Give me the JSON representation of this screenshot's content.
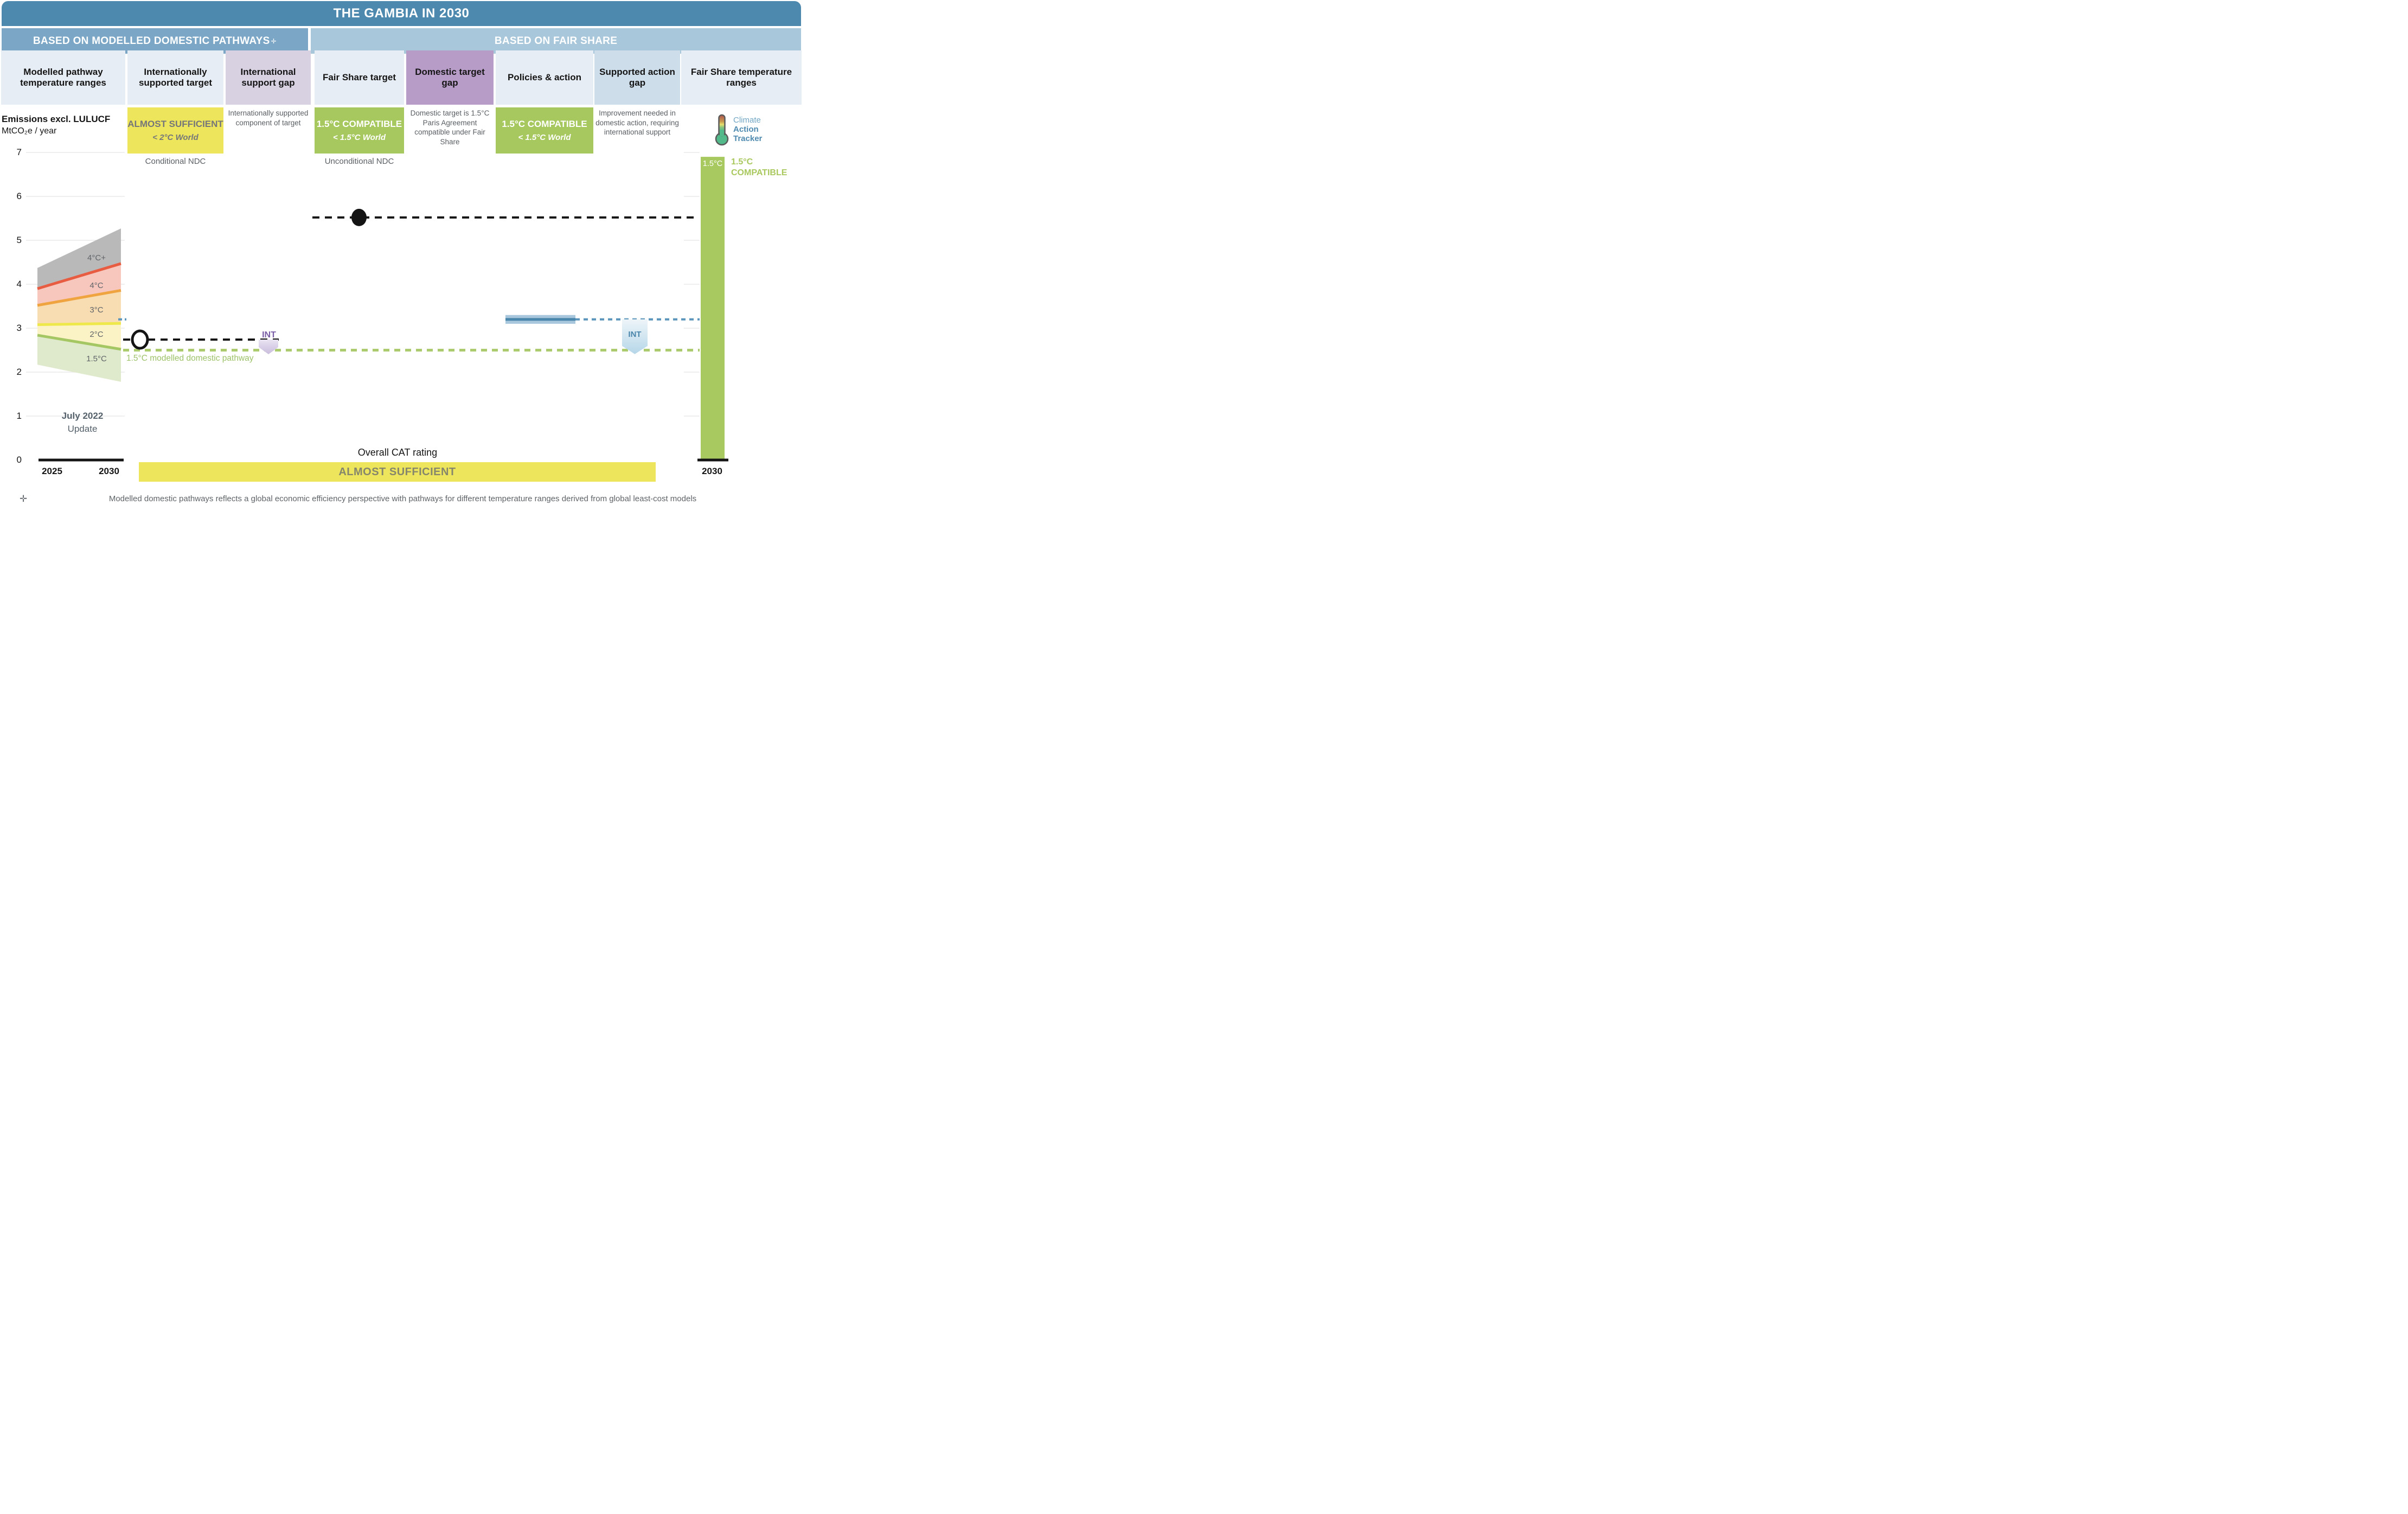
{
  "header": {
    "title": "THE GAMBIA IN 2030"
  },
  "sections": {
    "left": "BASED ON MODELLED DOMESTIC PATHWAYS",
    "left_marker": "✛",
    "right": "BASED ON FAIR SHARE"
  },
  "columns": [
    {
      "label": "Modelled pathway temperature ranges"
    },
    {
      "label": "Internationally supported target"
    },
    {
      "label": "International support gap"
    },
    {
      "label": "Fair Share target"
    },
    {
      "label": "Domestic target gap"
    },
    {
      "label": "Policies & action"
    },
    {
      "label": "Supported action gap"
    },
    {
      "label": "Fair Share temperature ranges"
    }
  ],
  "ratings": {
    "internationally_supported": {
      "rating": "ALMOST SUFFICIENT",
      "world": "< 2°C World",
      "sub_label": "Conditional NDC"
    },
    "international_support_gap_note": "Internationally supported component of target",
    "fair_share_target": {
      "rating": "1.5°C COMPATIBLE",
      "world": "< 1.5°C World",
      "sub_label": "Unconditional NDC"
    },
    "domestic_target_gap_note": "Domestic target is 1.5°C Paris Agreement compatible under Fair Share",
    "policies_action": {
      "rating": "1.5°C COMPATIBLE",
      "world": "< 1.5°C World"
    },
    "supported_action_gap_note": "Improvement needed in domestic action, requiring international support",
    "fair_share_temp": {
      "side_label_line1": "1.5°C",
      "side_label_line2": "COMPATIBLE"
    }
  },
  "overall": {
    "label": "Overall CAT rating",
    "rating": "ALMOST SUFFICIENT"
  },
  "timeline": {
    "update_line1": "July 2022",
    "update_line2": "Update"
  },
  "logo": {
    "line1": "Climate",
    "line2": "Action",
    "line3": "Tracker"
  },
  "footnote": {
    "marker": "✛",
    "text": "Modelled domestic pathways reflects a global economic efficiency perspective with pathways for different temperature ranges derived from global least-cost models"
  },
  "chart_data": {
    "type": "area",
    "title": "THE GAMBIA IN 2030",
    "ylabel": "Emissions excl. LULUCF",
    "ylabel_units": "MtCO₂e / year",
    "ylim": [
      0,
      7
    ],
    "yticks": [
      0,
      1,
      2,
      3,
      4,
      5,
      6,
      7
    ],
    "x_years_left_axis": [
      "2025",
      "2030"
    ],
    "x_year_right_axis": "2030",
    "grid": "horizontal light-gray lines at integer values",
    "wedge": {
      "x": [
        2025,
        2030
      ],
      "boundaries": {
        "top": [
          4.37,
          5.27
        ],
        "line_4C": [
          3.9,
          4.47
        ],
        "line_3C": [
          3.52,
          3.86
        ],
        "line_2C": [
          3.08,
          3.11
        ],
        "line_1_5C": [
          2.84,
          2.52
        ],
        "bottom": [
          2.17,
          1.78
        ]
      },
      "band_labels": [
        "4°C+",
        "4°C",
        "3°C",
        "2°C",
        "1.5°C"
      ],
      "band_colors": [
        "#b9b9b9",
        "#f7c7be",
        "#f8dcb2",
        "#fbf3c6",
        "#dfe9cb"
      ],
      "line_colors": [
        "#e85c41",
        "#efa440",
        "#efe84b",
        "#a5c763"
      ]
    },
    "markers": {
      "internationally_supported_target": {
        "value": 2.74,
        "style": "open-circle on black dashed line"
      },
      "fair_share_target": {
        "value": 5.52,
        "style": "filled-circle on black dashed line"
      },
      "policies_action_bar": {
        "value": 3.2,
        "range_low": 3.1,
        "range_high": 3.3
      },
      "modelled_domestic_pathway_1_5C": {
        "value": 2.5,
        "label": "1.5°C modelled domestic pathway"
      },
      "fair_share_bar": {
        "label": "1.5°C",
        "top": 6.9,
        "bottom": 0
      }
    },
    "gap_arrows": {
      "international_support": "INT",
      "supported_action": "INT"
    }
  }
}
